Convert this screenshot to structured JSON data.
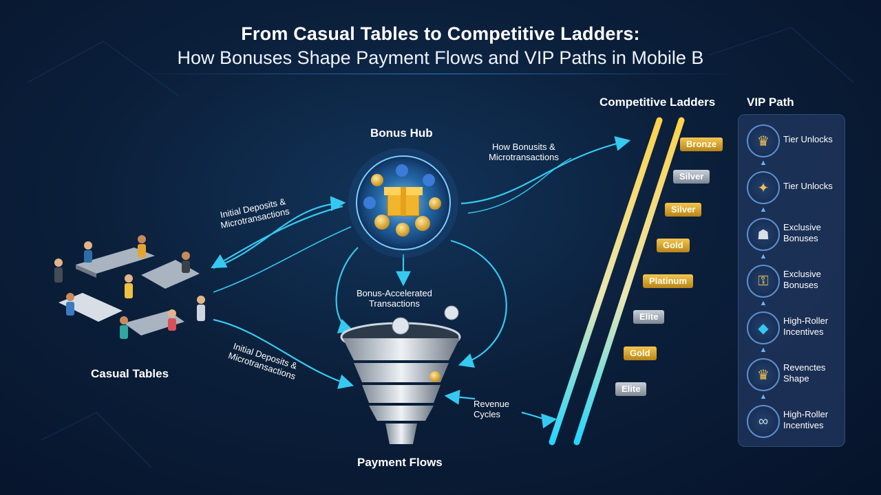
{
  "title": {
    "line1": "From Casual Tables to Competitive Ladders:",
    "line2": "How Bonuses Shape Payment Flows and VIP Paths in Mobile B"
  },
  "nodes": {
    "bonus_hub": "Bonus Hub",
    "casual_tables": "Casual Tables",
    "payment_flows": "Payment Flows",
    "competitive_ladders": "Competitive Ladders",
    "vip_path": "VIP Path"
  },
  "flows": {
    "deposits_top": "Initial Deposits &\nMicrotransactions",
    "deposits_bottom": "Initial Deposits &\nMicrotransactions",
    "bonus_micro": "How Bonusits &\nMicrotransactions",
    "accelerated": "Bonus-Accelerated\nTransactions",
    "revenue": "Revenue\nCycles"
  },
  "ladder_tiers": [
    {
      "label": "Bronze",
      "style": "gold"
    },
    {
      "label": "Silver",
      "style": "silver"
    },
    {
      "label": "Silver",
      "style": "gold"
    },
    {
      "label": "Gold",
      "style": "gold"
    },
    {
      "label": "Platinum",
      "style": "gold"
    },
    {
      "label": "Elite",
      "style": "silver"
    },
    {
      "label": "Gold",
      "style": "gold"
    },
    {
      "label": "Elite",
      "style": "silver"
    }
  ],
  "vip_items": [
    {
      "label": "Tier Unlocks",
      "icon": "crown-icon"
    },
    {
      "label": "Tier Unlocks",
      "icon": "puzzle-icon"
    },
    {
      "label": "Exclusive Bonuses",
      "icon": "gift-icon"
    },
    {
      "label": "Exclusive Bonuses",
      "icon": "key-icon"
    },
    {
      "label": "High-Roller Incentives",
      "icon": "ticket-icon"
    },
    {
      "label": "Revenctes Shape",
      "icon": "crown-icon"
    },
    {
      "label": "High-Roller Incentives",
      "icon": "chain-icon"
    }
  ],
  "colors": {
    "accent_cyan": "#36c9f0",
    "gold": "#f2c14a",
    "background": "#0b1f3a"
  }
}
